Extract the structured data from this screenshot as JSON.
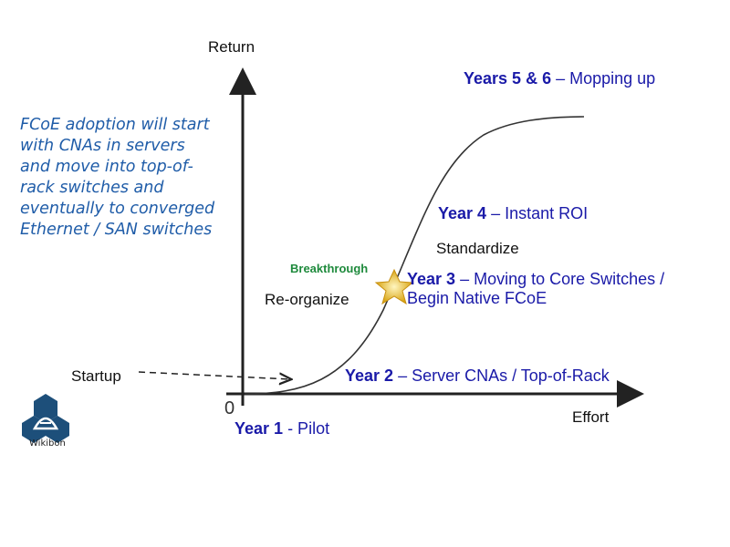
{
  "axes": {
    "y_label": "Return",
    "x_label": "Effort",
    "origin": "0"
  },
  "note_lines": [
    "FCoE adoption will start",
    "with CNAs in servers",
    "and move into top-of-",
    "rack switches  and",
    "eventually to converged",
    "Ethernet / SAN switches"
  ],
  "phases": {
    "startup": "Startup",
    "reorganize": "Re-organize",
    "breakthrough": "Breakthrough",
    "standardize": "Standardize"
  },
  "years": [
    {
      "year": "Year 1",
      "desc": " - Pilot"
    },
    {
      "year": "Year 2",
      "desc": " – Server CNAs / Top-of-Rack"
    },
    {
      "year": "Year 3",
      "desc": " – Moving to Core Switches /",
      "desc2": "Begin Native FCoE"
    },
    {
      "year": "Year 4",
      "desc": " – Instant ROI"
    },
    {
      "year": "Years 5 & 6",
      "desc": " – Mopping up"
    }
  ],
  "logo": {
    "text": "Wikibon"
  },
  "colors": {
    "blue": "#1a1aa8",
    "note": "#1f5ca8",
    "green": "#1e8a3c",
    "star": "#e8c020"
  }
}
